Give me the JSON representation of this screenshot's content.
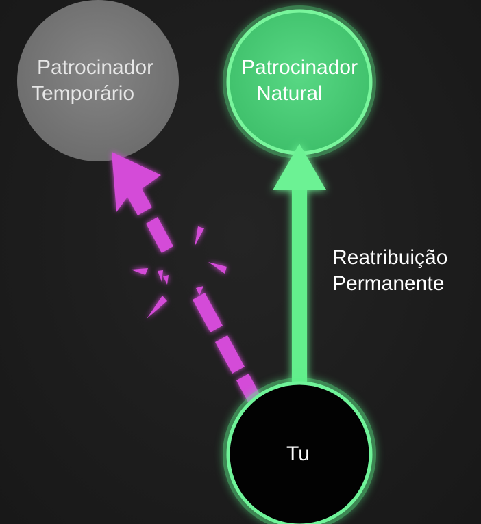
{
  "nodes": {
    "temporary_sponsor": {
      "line1": "Patrocinador",
      "line2": "Temporário"
    },
    "natural_sponsor": {
      "line1": "Patrocinador",
      "line2": "Natural"
    },
    "you": {
      "label": "Tu"
    }
  },
  "edges": {
    "permanent": {
      "line1": "Reatribuição",
      "line2": "Permanente",
      "style": "solid"
    },
    "temporary": {
      "style": "dashed-broken"
    }
  },
  "colors": {
    "background": "#1c1c1c",
    "temporary_node": "#7a7a7a",
    "natural_node": "#4ecf79",
    "you_node": "#000000",
    "green_glow": "#5df08a",
    "magenta_arrow": "#d44cd8"
  }
}
